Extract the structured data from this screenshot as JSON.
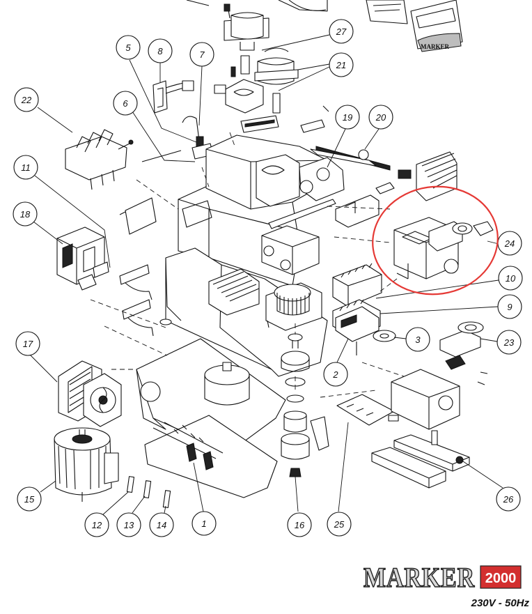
{
  "brand": {
    "logo_text": "MARKER",
    "logo_model": "2000",
    "logo_color": "#d32f2f",
    "voltage": "230V - 50Hz"
  },
  "highlight": {
    "part": "24",
    "color": "#e53935"
  },
  "callouts": {
    "c1": "1",
    "c2": "2",
    "c3": "3",
    "c5": "5",
    "c6": "6",
    "c7": "7",
    "c8": "8",
    "c9": "9",
    "c10": "10",
    "c11": "11",
    "c12": "12",
    "c13": "13",
    "c14": "14",
    "c15": "15",
    "c16": "16",
    "c17": "17",
    "c18": "18",
    "c19": "19",
    "c20": "20",
    "c21": "21",
    "c22": "22",
    "c23": "23",
    "c24": "24",
    "c25": "25",
    "c26": "26",
    "c27": "27"
  }
}
